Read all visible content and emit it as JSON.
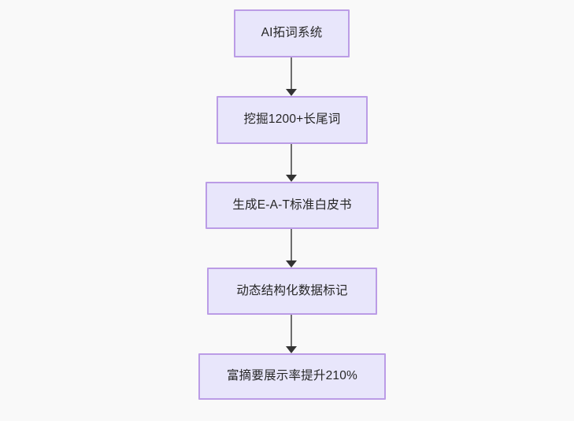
{
  "diagram": {
    "type": "flowchart",
    "orientation": "top-to-bottom",
    "background_color": "#f9f9f9",
    "node_fill_color": "#e8e6fb",
    "node_border_color": "#bb9ce6",
    "node_text_color": "#262626",
    "edge_line_color": "#6e6e6e",
    "edge_arrow_color": "#333333",
    "nodes": [
      {
        "id": "n1",
        "label": "AI拓词系统"
      },
      {
        "id": "n2",
        "label": "挖掘1200+长尾词"
      },
      {
        "id": "n3",
        "label": "生成E-A-T标准白皮书"
      },
      {
        "id": "n4",
        "label": "动态结构化数据标记"
      },
      {
        "id": "n5",
        "label": "富摘要展示率提升210%"
      }
    ],
    "edges": [
      {
        "id": "e1",
        "from": "n1",
        "to": "n2",
        "label": ""
      },
      {
        "id": "e2",
        "from": "n2",
        "to": "n3",
        "label": ""
      },
      {
        "id": "e3",
        "from": "n3",
        "to": "n4",
        "label": ""
      },
      {
        "id": "e4",
        "from": "n4",
        "to": "n5",
        "label": ""
      }
    ]
  }
}
